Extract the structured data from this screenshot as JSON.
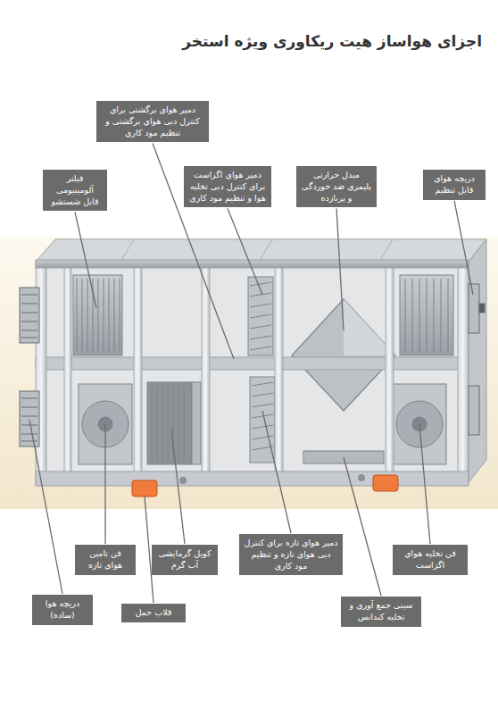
{
  "diagram": {
    "title": "اجزای هواساز هیت ریکاوری ویژه استخر",
    "nodes": [
      {
        "text": [
          "دمپر هوای برگشتی برای کنترل دبی هوای برگشتی و تنظیم مود کاری"
        ]
      },
      {
        "text": [
          "دریچه هوای قابل تنظیم"
        ]
      },
      {
        "text": [
          "مبدل حرارتی پلیمری ضد خوردگی و پربازده"
        ]
      },
      {
        "text": [
          "دمپر هوای اگزاست برای کنترل دبی تخلیه هوا و تنظیم مود کاری"
        ]
      },
      {
        "text": [
          "فیلتر آلومینیومی قابل شستشو"
        ]
      },
      {
        "text": [
          "فن تخلیه هوای اگزاست"
        ]
      },
      {
        "text": [
          "دمپر هوای تازه برای کنترل دبی هوای تازه و تنظیم مود کاری"
        ]
      },
      {
        "text": [
          "کویل گرمایشی آب گرم"
        ]
      },
      {
        "text": [
          "فن تامین هوای تازه"
        ]
      },
      {
        "text": [
          "سینی جمع آوری و تخلیه کندانس"
        ]
      },
      {
        "text": [
          "دریچه هوا (ساده)"
        ]
      },
      {
        "text": [
          "قلاب حمل"
        ]
      }
    ]
  }
}
